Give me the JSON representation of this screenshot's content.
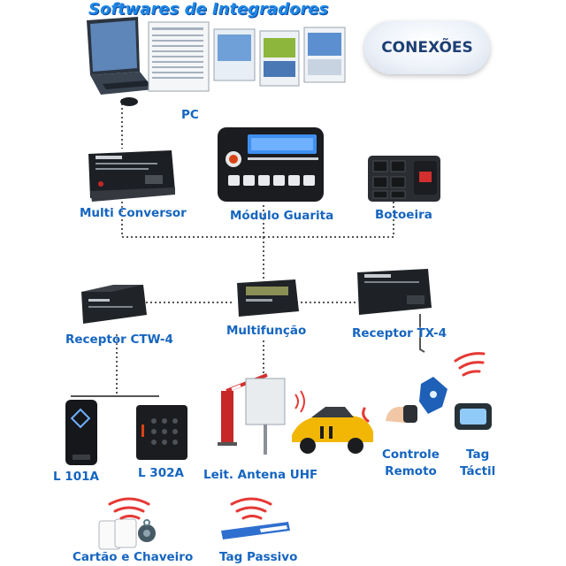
{
  "header": {
    "title": "Softwares de Integradores",
    "badge": "CONEXÕES"
  },
  "nodes": {
    "pc": "PC",
    "multi_conversor": "Multi Conversor",
    "modulo_guarita": "Módulo Guarita",
    "botoeira": "Botoeira",
    "receptor_ctw4": "Receptor CTW-4",
    "multifuncao": "Multifunção",
    "receptor_tx4": "Receptor TX-4",
    "l101a": "L 101A",
    "l302a": "L 302A",
    "leit_antena_uhf": "Leit. Antena UHF",
    "controle_remoto": [
      "Controle",
      "Remoto"
    ],
    "tag_tactil": [
      "Tag",
      "Táctil"
    ],
    "cartao_chaveiro": "Cartão e Chaveiro",
    "tag_passivo": "Tag Passivo"
  },
  "colors": {
    "label": "#1565c0",
    "title": "#1e88e5",
    "badge_text": "#1d3f73",
    "link": "#555555",
    "waves": "#e53935"
  }
}
